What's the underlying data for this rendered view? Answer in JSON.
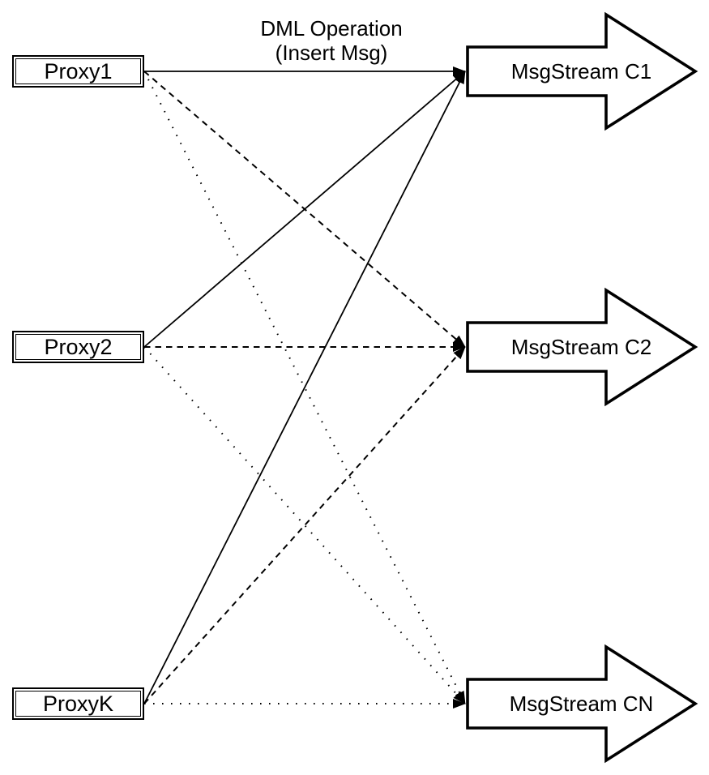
{
  "diagram": {
    "caption": {
      "line1": "DML Operation",
      "line2": "(Insert Msg)"
    },
    "proxies": [
      {
        "id": "proxy1",
        "label": "Proxy1"
      },
      {
        "id": "proxy2",
        "label": "Proxy2"
      },
      {
        "id": "proxyk",
        "label": "ProxyK"
      }
    ],
    "streams": [
      {
        "id": "c1",
        "label": "MsgStream C1"
      },
      {
        "id": "c2",
        "label": "MsgStream C2"
      },
      {
        "id": "cn",
        "label": "MsgStream CN"
      }
    ],
    "connectors": [
      {
        "from": "proxy1",
        "to": "c1",
        "style": "solid"
      },
      {
        "from": "proxy1",
        "to": "c2",
        "style": "dashed"
      },
      {
        "from": "proxy1",
        "to": "cn",
        "style": "dotted"
      },
      {
        "from": "proxy2",
        "to": "c1",
        "style": "solid"
      },
      {
        "from": "proxy2",
        "to": "c2",
        "style": "dashed"
      },
      {
        "from": "proxy2",
        "to": "cn",
        "style": "dotted"
      },
      {
        "from": "proxyk",
        "to": "c1",
        "style": "solid"
      },
      {
        "from": "proxyk",
        "to": "c2",
        "style": "dashed"
      },
      {
        "from": "proxyk",
        "to": "cn",
        "style": "dotted"
      }
    ],
    "colors": {
      "stroke": "#000000",
      "fill": "#ffffff",
      "background": "#ffffff"
    }
  }
}
